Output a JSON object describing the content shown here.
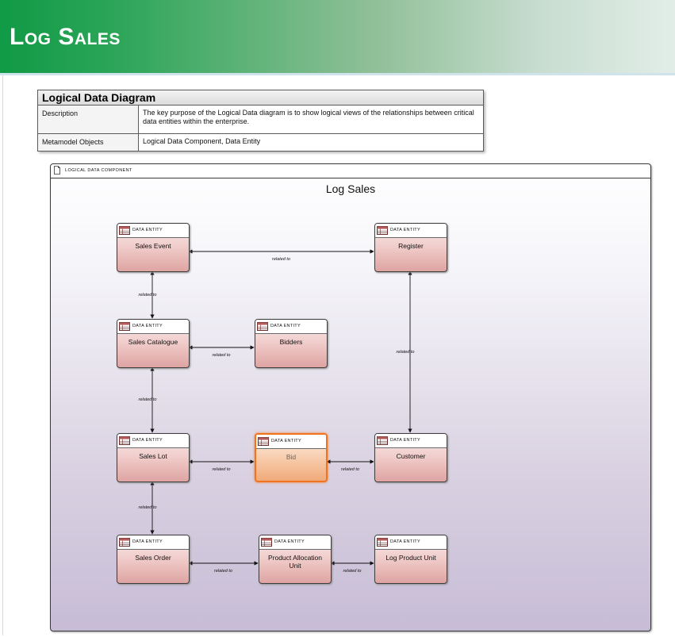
{
  "page": {
    "title": "Log Sales"
  },
  "info_table": {
    "title": "Logical Data Diagram",
    "rows": [
      {
        "key": "Description",
        "value": "The key purpose of the Logical Data diagram is to show logical views of the relationships between critical data entities within the enterprise."
      },
      {
        "key": "Metamodel Objects",
        "value": "Logical Data Component, Data Entity"
      }
    ]
  },
  "diagram": {
    "component_type": "LOGICAL DATA COMPONENT",
    "title": "Log Sales",
    "entity_type_label": "DATA ENTITY",
    "entities": [
      {
        "id": "sales-event",
        "name": "Sales Event"
      },
      {
        "id": "register",
        "name": "Register"
      },
      {
        "id": "sales-catalogue",
        "name": "Sales Catalogue"
      },
      {
        "id": "bidders",
        "name": "Bidders"
      },
      {
        "id": "sales-lot",
        "name": "Sales Lot"
      },
      {
        "id": "bid",
        "name": "Bid",
        "selected": true
      },
      {
        "id": "customer",
        "name": "Customer"
      },
      {
        "id": "sales-order",
        "name": "Sales Order"
      },
      {
        "id": "product-allocation-unit",
        "name": "Product Allocation Unit"
      },
      {
        "id": "log-product-unit",
        "name": "Log Product Unit"
      }
    ],
    "relation_label": "related to",
    "relations": [
      {
        "from": "sales-event",
        "to": "register"
      },
      {
        "from": "sales-event",
        "to": "sales-catalogue"
      },
      {
        "from": "sales-catalogue",
        "to": "bidders"
      },
      {
        "from": "register",
        "to": "customer"
      },
      {
        "from": "sales-catalogue",
        "to": "sales-lot"
      },
      {
        "from": "sales-lot",
        "to": "bid"
      },
      {
        "from": "bid",
        "to": "customer"
      },
      {
        "from": "sales-lot",
        "to": "sales-order"
      },
      {
        "from": "sales-order",
        "to": "product-allocation-unit"
      },
      {
        "from": "product-allocation-unit",
        "to": "log-product-unit"
      }
    ]
  },
  "colors": {
    "header_start": "#109a45",
    "header_end": "#e2ede8",
    "entity_fill": "#e8b8b6",
    "selected_border": "#f07320",
    "selected_fill": "#f5bf95"
  }
}
